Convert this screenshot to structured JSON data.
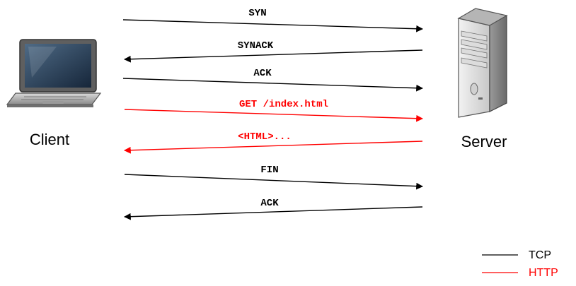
{
  "nodes": {
    "client": {
      "label": "Client",
      "icon": "laptop-icon"
    },
    "server": {
      "label": "Server",
      "icon": "server-tower-icon"
    }
  },
  "messages": [
    {
      "label": "SYN",
      "direction": "client-to-server",
      "protocol": "tcp"
    },
    {
      "label": "SYNACK",
      "direction": "server-to-client",
      "protocol": "tcp"
    },
    {
      "label": "ACK",
      "direction": "client-to-server",
      "protocol": "tcp"
    },
    {
      "label": "GET /index.html",
      "direction": "client-to-server",
      "protocol": "http"
    },
    {
      "label": "<HTML>...",
      "direction": "server-to-client",
      "protocol": "http"
    },
    {
      "label": "FIN",
      "direction": "client-to-server",
      "protocol": "tcp"
    },
    {
      "label": "ACK",
      "direction": "server-to-client",
      "protocol": "tcp"
    }
  ],
  "legend": {
    "tcp": {
      "label": "TCP",
      "color": "#000000"
    },
    "http": {
      "label": "HTTP",
      "color": "#ff0000"
    }
  }
}
